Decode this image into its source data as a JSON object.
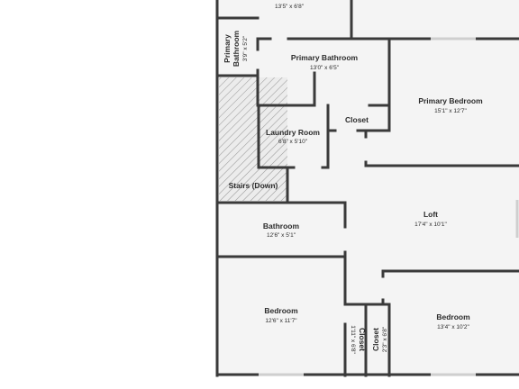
{
  "floor_plan": {
    "rooms": [
      {
        "id": "top-room",
        "name": "",
        "dims": "13'5\" x 6'8\""
      },
      {
        "id": "primary-bathroom-small",
        "name": "Primary Bathroom",
        "dims": "3'9\" x 5'2\""
      },
      {
        "id": "primary-bathroom",
        "name": "Primary Bathroom",
        "dims": "13'0\" x 6'5\""
      },
      {
        "id": "primary-bedroom",
        "name": "Primary Bedroom",
        "dims": "15'1\" x 12'7\""
      },
      {
        "id": "laundry-room",
        "name": "Laundry Room",
        "dims": "6'8\" x 5'10\""
      },
      {
        "id": "closet-upper",
        "name": "Closet",
        "dims": ""
      },
      {
        "id": "stairs",
        "name": "Stairs (Down)",
        "dims": ""
      },
      {
        "id": "loft",
        "name": "Loft",
        "dims": "17'4\" x 10'1\""
      },
      {
        "id": "bathroom",
        "name": "Bathroom",
        "dims": "12'6\" x 5'1\""
      },
      {
        "id": "bedroom-left",
        "name": "Bedroom",
        "dims": "12'6\" x 11'7\""
      },
      {
        "id": "closet-left",
        "name": "Closet",
        "dims": "1'11\" x 6'8\""
      },
      {
        "id": "closet-right",
        "name": "Closet",
        "dims": "2'3\" x 6'8\""
      },
      {
        "id": "bedroom-right",
        "name": "Bedroom",
        "dims": "13'4\" x 10'2\""
      }
    ]
  },
  "colors": {
    "floor": "#f4f4f4",
    "wall": "#3a3a3a",
    "hatch": "#9a9a9a",
    "text": "#2b2b2b"
  }
}
